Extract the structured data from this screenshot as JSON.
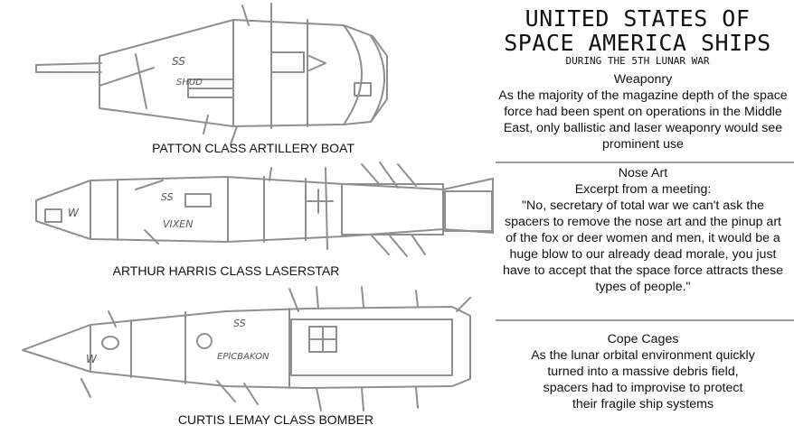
{
  "header": {
    "title_line1": "UNITED STATES OF",
    "title_line2": "SPACE AMERICA SHIPS",
    "subtitle": "DURING THE 5TH LUNAR WAR"
  },
  "sections": {
    "weaponry": {
      "heading": "Weaponry",
      "body": "As the majority of the magazine depth of the space force had been spent on operations in the Middle East, only ballistic and laser weaponry would see prominent use"
    },
    "nose_art": {
      "heading": "Nose Art",
      "subheading": "Excerpt from a meeting:",
      "body": "\"No, secretary of total war we can't ask the spacers to remove the nose art and the pinup art of the fox or deer women and men, it would be a huge blow to our already dead morale, you just have to accept that the space force attracts these types of people.\""
    },
    "cope_cages": {
      "heading": "Cope Cages",
      "body": "As the lunar orbital environment quickly turned into a massive debris field, spacers had to improvise to protect their fragile ship systems"
    }
  },
  "ships": [
    {
      "label": "PATTON CLASS ARTILLERY BOAT",
      "hull_marking": "SS",
      "name_marking": "SHUD"
    },
    {
      "label": "ARTHUR HARRIS CLASS LASERSTAR",
      "hull_marking": "SS",
      "name_marking": "VIXEN"
    },
    {
      "label": "CURTIS LEMAY CLASS BOMBER",
      "hull_marking": "SS",
      "name_marking": "EPICBAKON"
    }
  ]
}
